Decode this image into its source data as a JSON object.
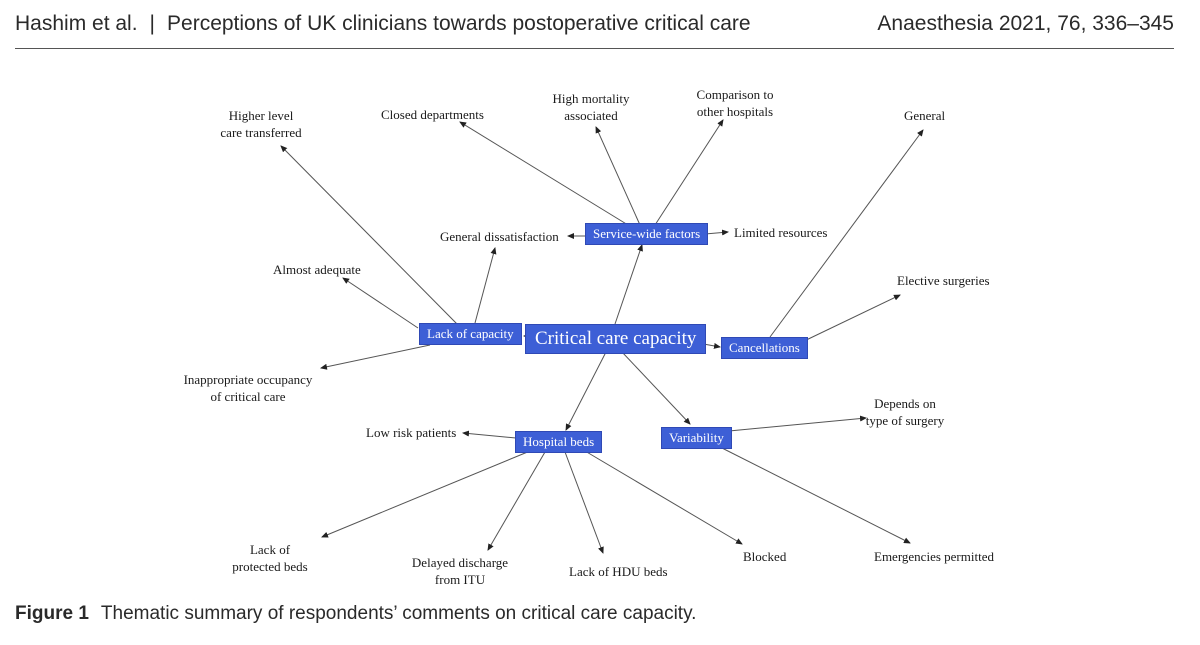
{
  "header": {
    "authors": "Hashim et al.",
    "separator": "|",
    "title": "Perceptions of UK clinicians towards postoperative critical care",
    "citation": "Anaesthesia 2021, 76, 336–345"
  },
  "diagram": {
    "central": "Critical care capacity",
    "themes": {
      "service_wide": "Service-wide factors",
      "lack_capacity": "Lack of capacity",
      "cancellations": "Cancellations",
      "hospital_beds": "Hospital beds",
      "variability": "Variability"
    },
    "leaves": {
      "closed_departments": "Closed departments",
      "high_mortality": [
        "High mortality",
        "associated"
      ],
      "comparison": [
        "Comparison to",
        "other hospitals"
      ],
      "general_dissatisfaction": "General dissatisfaction",
      "limited_resources": "Limited resources",
      "higher_level": [
        "Higher level",
        "care transferred"
      ],
      "almost_adequate": "Almost adequate",
      "inappropriate_occupancy": [
        "Inappropriate occupancy",
        "of critical care"
      ],
      "general": "General",
      "elective_surgeries": "Elective surgeries",
      "low_risk": "Low risk patients",
      "lack_protected": [
        "Lack of",
        "protected beds"
      ],
      "delayed_discharge": [
        "Delayed discharge",
        "from ITU"
      ],
      "lack_hdu": "Lack of HDU beds",
      "blocked": "Blocked",
      "depends_on": [
        "Depends on",
        "type of surgery"
      ],
      "emergencies": "Emergencies permitted"
    }
  },
  "caption": {
    "label": "Figure 1",
    "text": "Thematic summary of respondents’ comments on critical care capacity."
  }
}
